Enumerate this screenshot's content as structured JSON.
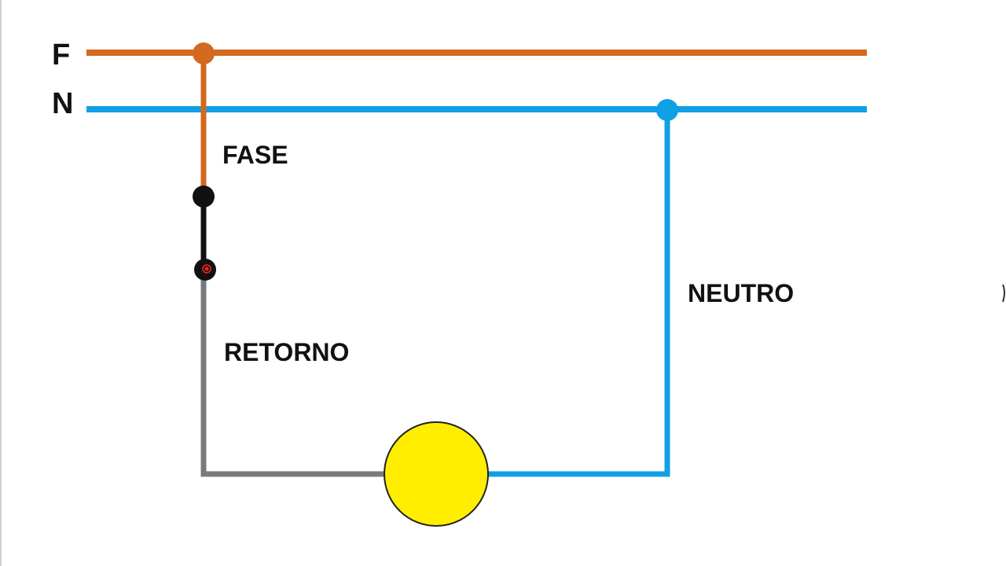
{
  "labels": {
    "phase_line": "F",
    "neutral_line": "N",
    "fase": "FASE",
    "retorno": "RETORNO",
    "neutro": "NEUTRO"
  },
  "colors": {
    "phase": "#D2691E",
    "neutral": "#10A0E6",
    "return": "#7A7A7A",
    "switch": "#111111",
    "lamp": "#FFEE00",
    "indicator": "#FF2020",
    "text": "#111111",
    "background": "#FFFFFF"
  },
  "components": {
    "switch": "switch-icon",
    "lamp": "lamp-icon"
  }
}
